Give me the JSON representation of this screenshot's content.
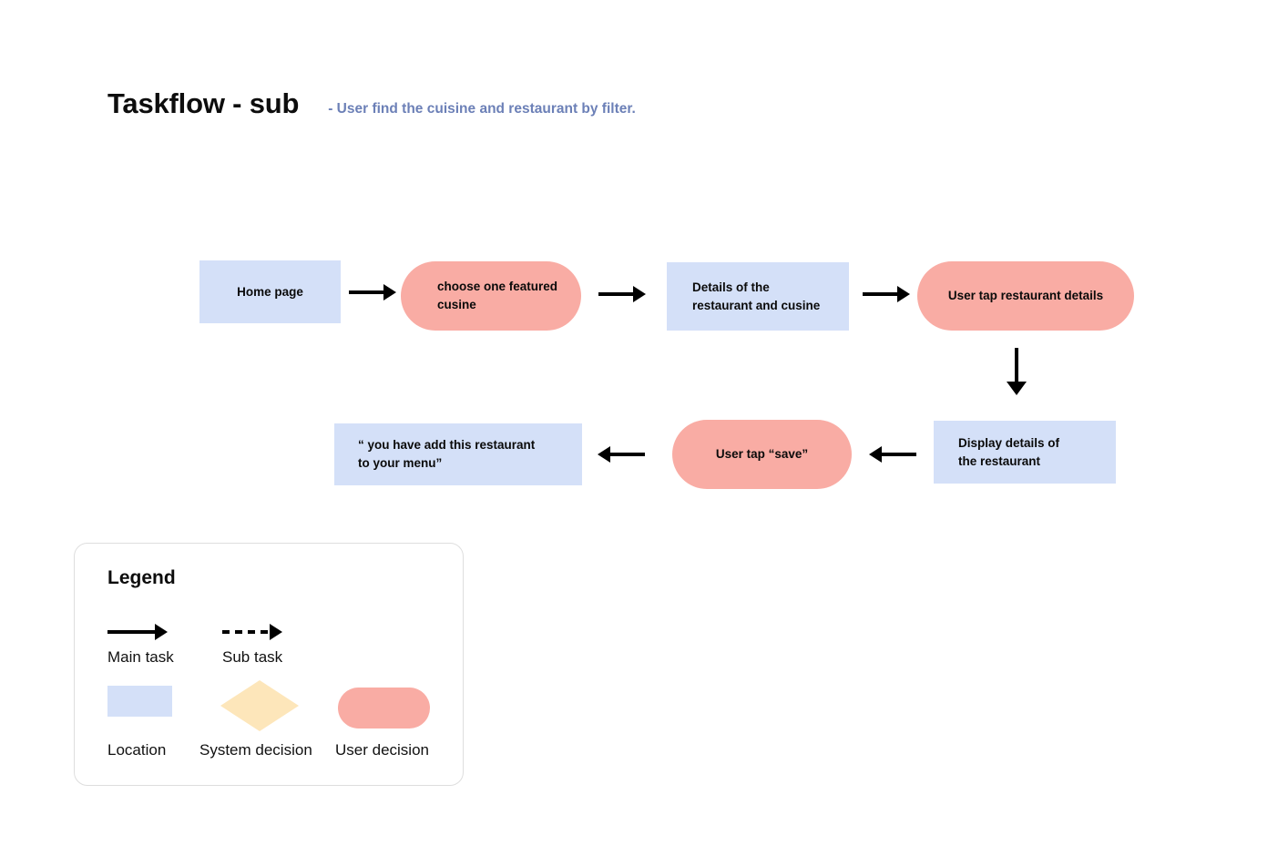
{
  "header": {
    "title": "Taskflow - sub",
    "subtitle": "- User find the cuisine and restaurant by filter."
  },
  "colors": {
    "location": "#d4e0f8",
    "user_decision": "#f9aca4",
    "system_decision": "#fde6ba",
    "subtitle": "#6c80b7",
    "arrow": "#000000",
    "legend_border": "#dedede",
    "background": "#ffffff"
  },
  "flow": {
    "row1": {
      "node1": {
        "label": "Home page",
        "type": "location",
        "align": "center"
      },
      "arrow1": {
        "direction": "right",
        "style": "solid",
        "kind": "main-task"
      },
      "node2": {
        "label": "choose one featured\ncusine",
        "type": "user-decision",
        "align": "left"
      },
      "arrow2": {
        "direction": "right",
        "style": "solid",
        "kind": "main-task"
      },
      "node3": {
        "label": "Details of the\nrestaurant and cusine",
        "type": "location",
        "align": "left"
      },
      "arrow3": {
        "direction": "right",
        "style": "solid",
        "kind": "main-task"
      },
      "node4": {
        "label": "User tap restaurant details",
        "type": "user-decision",
        "align": "center"
      }
    },
    "connector_down": {
      "direction": "down",
      "style": "solid",
      "kind": "main-task"
    },
    "row2": {
      "node5": {
        "label": "“ you have add this restaurant\nto your menu”",
        "type": "location",
        "align": "left"
      },
      "arrow4": {
        "direction": "left",
        "style": "solid",
        "kind": "main-task"
      },
      "node6": {
        "label": "User tap “save”",
        "type": "user-decision",
        "align": "center"
      },
      "arrow5": {
        "direction": "left",
        "style": "solid",
        "kind": "main-task"
      },
      "node7": {
        "label": "Display details of\nthe restaurant",
        "type": "location",
        "align": "left"
      }
    }
  },
  "legend": {
    "title": "Legend",
    "arrows": [
      {
        "label": "Main task",
        "style": "solid"
      },
      {
        "label": "Sub task",
        "style": "dashed"
      }
    ],
    "shapes": [
      {
        "label": "Location",
        "shape": "rectangle",
        "color": "#d4e0f8"
      },
      {
        "label": "System decision",
        "shape": "diamond",
        "color": "#fde6ba"
      },
      {
        "label": "User decision",
        "shape": "pill",
        "color": "#f9aca4"
      }
    ]
  }
}
